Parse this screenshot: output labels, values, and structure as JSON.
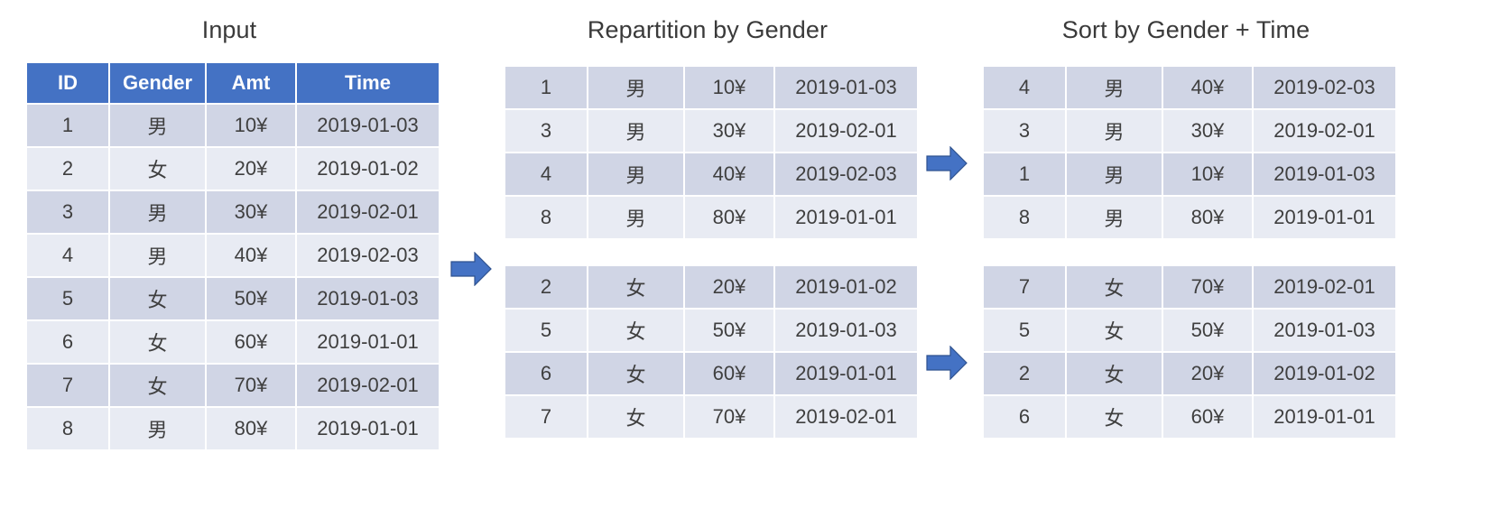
{
  "colors": {
    "header_blue": "#4472c4",
    "row_dark": "#d0d5e5",
    "row_light": "#e8ebf3",
    "text": "#3f3f3f",
    "arrow_fill": "#4472c4",
    "arrow_stroke": "#2f528f",
    "background": "#ffffff"
  },
  "panels": {
    "input": {
      "title": "Input",
      "columns": [
        "ID",
        "Gender",
        "Amt",
        "Time"
      ],
      "rows": [
        [
          "1",
          "男",
          "10¥",
          "2019-01-03"
        ],
        [
          "2",
          "女",
          "20¥",
          "2019-01-02"
        ],
        [
          "3",
          "男",
          "30¥",
          "2019-02-01"
        ],
        [
          "4",
          "男",
          "40¥",
          "2019-02-03"
        ],
        [
          "5",
          "女",
          "50¥",
          "2019-01-03"
        ],
        [
          "6",
          "女",
          "60¥",
          "2019-01-01"
        ],
        [
          "7",
          "女",
          "70¥",
          "2019-02-01"
        ],
        [
          "8",
          "男",
          "80¥",
          "2019-01-01"
        ]
      ]
    },
    "repartition": {
      "title": "Repartition by Gender",
      "group_male": [
        [
          "1",
          "男",
          "10¥",
          "2019-01-03"
        ],
        [
          "3",
          "男",
          "30¥",
          "2019-02-01"
        ],
        [
          "4",
          "男",
          "40¥",
          "2019-02-03"
        ],
        [
          "8",
          "男",
          "80¥",
          "2019-01-01"
        ]
      ],
      "group_female": [
        [
          "2",
          "女",
          "20¥",
          "2019-01-02"
        ],
        [
          "5",
          "女",
          "50¥",
          "2019-01-03"
        ],
        [
          "6",
          "女",
          "60¥",
          "2019-01-01"
        ],
        [
          "7",
          "女",
          "70¥",
          "2019-02-01"
        ]
      ]
    },
    "sorted": {
      "title": "Sort by Gender + Time",
      "group_male": [
        [
          "4",
          "男",
          "40¥",
          "2019-02-03"
        ],
        [
          "3",
          "男",
          "30¥",
          "2019-02-01"
        ],
        [
          "1",
          "男",
          "10¥",
          "2019-01-03"
        ],
        [
          "8",
          "男",
          "80¥",
          "2019-01-01"
        ]
      ],
      "group_female": [
        [
          "7",
          "女",
          "70¥",
          "2019-02-01"
        ],
        [
          "5",
          "女",
          "50¥",
          "2019-01-03"
        ],
        [
          "2",
          "女",
          "20¥",
          "2019-01-02"
        ],
        [
          "6",
          "女",
          "60¥",
          "2019-01-01"
        ]
      ]
    }
  },
  "arrows": [
    {
      "name": "arrow-input-to-repartition"
    },
    {
      "name": "arrow-repartition-male-to-sorted"
    },
    {
      "name": "arrow-repartition-female-to-sorted"
    }
  ]
}
